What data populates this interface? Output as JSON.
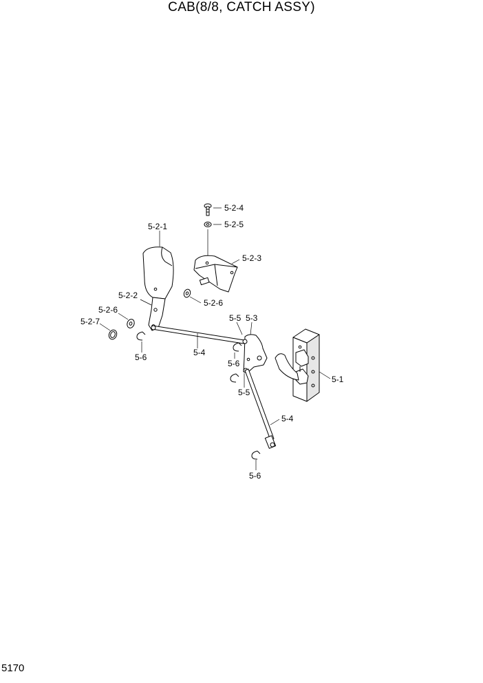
{
  "title": "CAB(8/8, CATCH ASSY)",
  "page_number": "5170",
  "callouts": {
    "c_5_2_4": "5-2-4",
    "c_5_2_5": "5-2-5",
    "c_5_2_1": "5-2-1",
    "c_5_2_3": "5-2-3",
    "c_5_2_2": "5-2-2",
    "c_5_2_6a": "5-2-6",
    "c_5_2_6b": "5-2-6",
    "c_5_2_7": "5-2-7",
    "c_5_6a": "5-6",
    "c_5_4a": "5-4",
    "c_5_5a": "5-5",
    "c_5_3": "5-3",
    "c_5_6b": "5-6",
    "c_5_5b": "5-5",
    "c_5_1": "5-1",
    "c_5_4b": "5-4",
    "c_5_6c": "5-6"
  }
}
